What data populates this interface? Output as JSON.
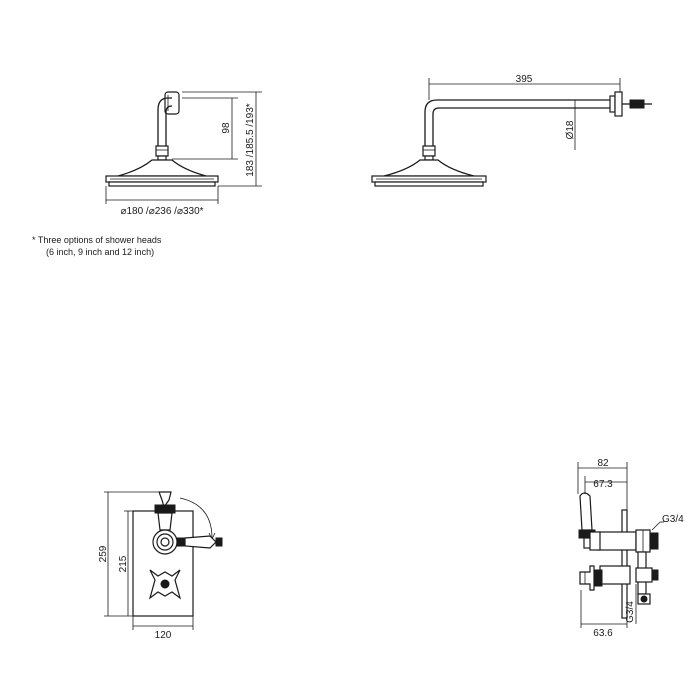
{
  "head_front": {
    "height_dim": "98",
    "total_height_dim": "183 /185.5 /193*",
    "diameter_dim": "⌀180 /⌀236 /⌀330*"
  },
  "head_side": {
    "arm_length_dim": "395",
    "arm_diameter_dim": "Ø18"
  },
  "note": {
    "line1": "* Three options of shower heads",
    "line2": "(6 inch, 9 inch and 12 inch)"
  },
  "valve_front": {
    "height_outer_dim": "259",
    "height_inner_dim": "215",
    "width_dim": "120"
  },
  "valve_side": {
    "depth_dim": "82",
    "depth_inner_dim": "67.3",
    "outlet_dim": "G3/4",
    "inlet_dim": "G3/4",
    "bottom_dim": "63.6"
  }
}
